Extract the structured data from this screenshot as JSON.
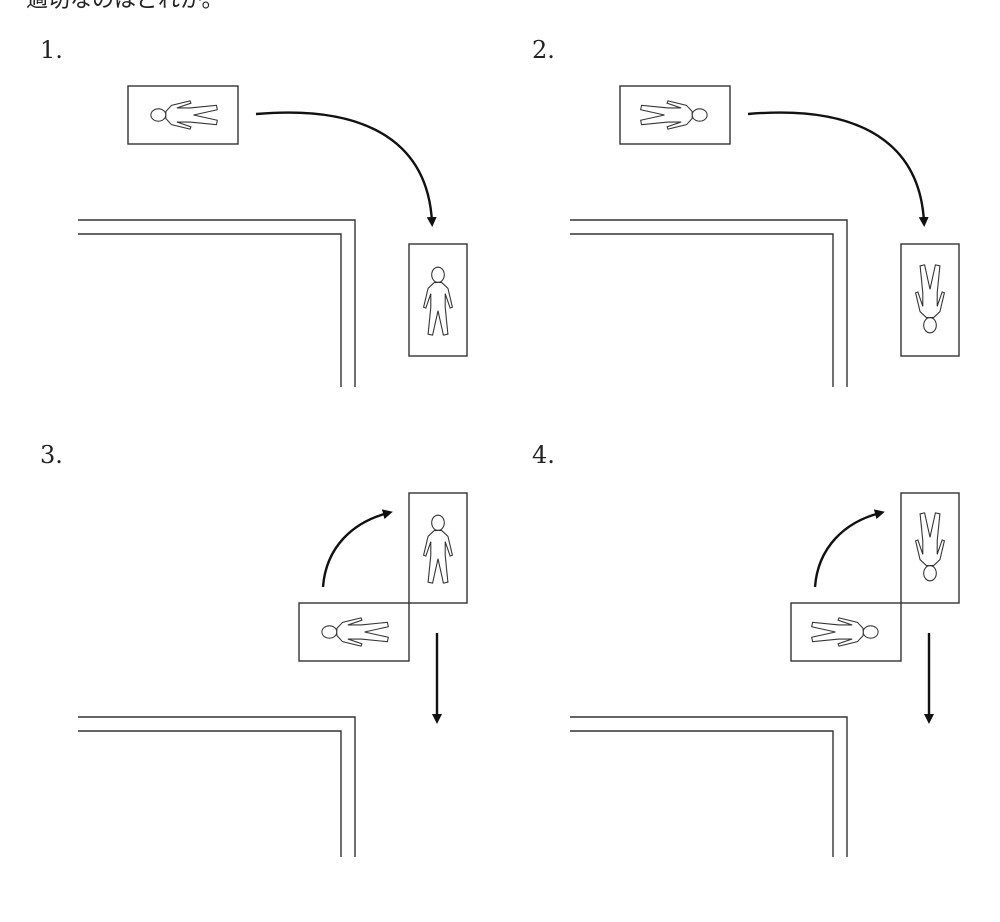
{
  "question_text": "適切なのはどれか。",
  "options": [
    {
      "label": "1."
    },
    {
      "label": "2."
    },
    {
      "label": "3."
    },
    {
      "label": "4."
    }
  ]
}
